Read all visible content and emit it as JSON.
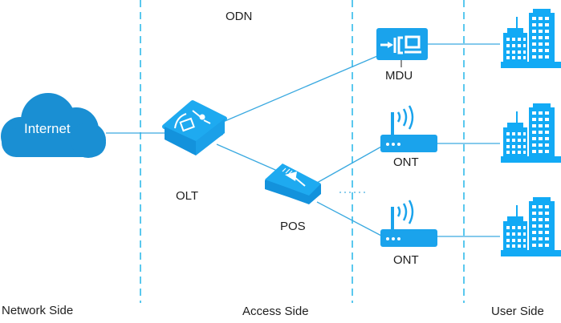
{
  "zones": {
    "network": "Network Side",
    "access": "Access Side",
    "user": "User Side",
    "odn": "ODN"
  },
  "nodes": {
    "internet": "Internet",
    "olt": "OLT",
    "pos": "POS",
    "mdu": "MDU",
    "ont1": "ONT",
    "ont2": "ONT"
  },
  "colors": {
    "primary": "#1a9be6",
    "cloud": "#1a8fd3",
    "line": "#3aa9e0",
    "divider": "#5ac8ee"
  }
}
